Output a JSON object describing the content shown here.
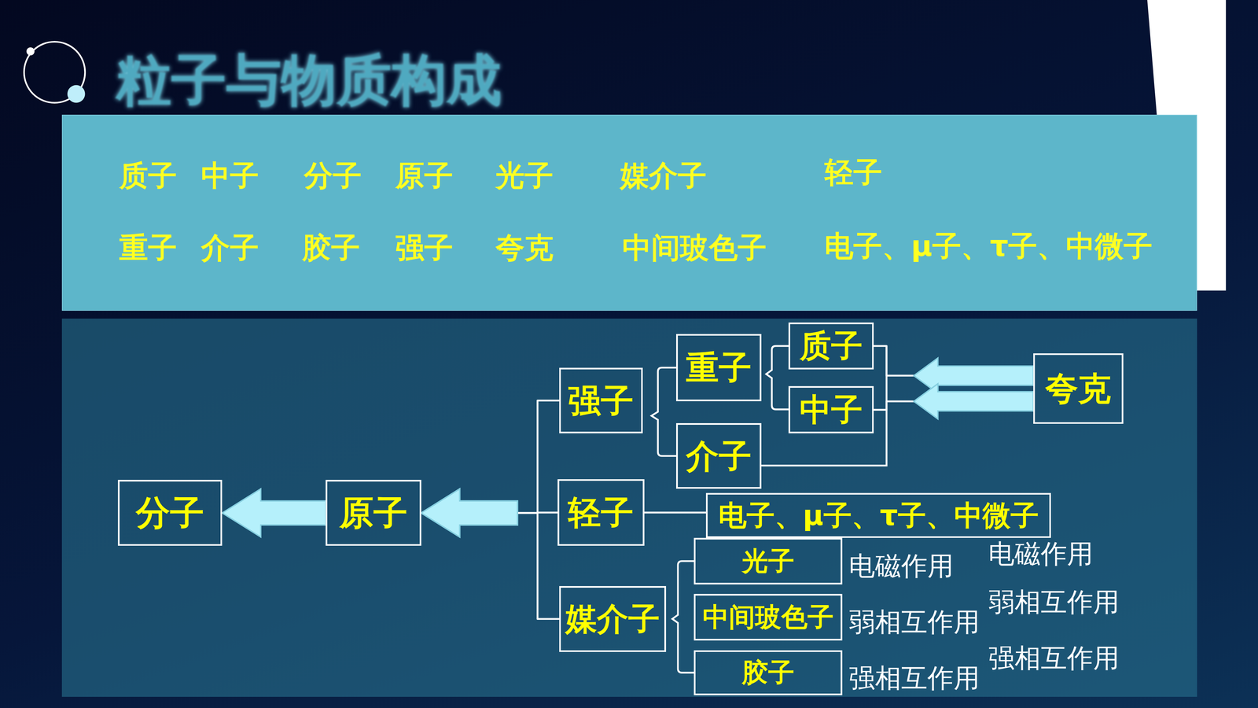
{
  "diagram": {
    "title": "粒子与物质构成",
    "nodes": [
      {
        "text": [
          "质子",
          "中子",
          "分子",
          "原子",
          "光子",
          "媒介子",
          "轻子",
          "重子",
          "介子",
          "胶子",
          "强子",
          "夸克",
          "中间玻色子",
          "电子、μ子、τ子、中微子"
        ]
      },
      {
        "text": [
          "质子"
        ]
      },
      {
        "text": [
          "重子"
        ]
      },
      {
        "text": [
          "中子"
        ]
      },
      {
        "text": [
          "夸克"
        ]
      },
      {
        "text": [
          "强子"
        ]
      },
      {
        "text": [
          "介子"
        ]
      },
      {
        "text": [
          "分子"
        ]
      },
      {
        "text": [
          "原子"
        ]
      },
      {
        "text": [
          "轻子"
        ]
      },
      {
        "text": [
          "电子、μ子、τ子、中微子"
        ]
      },
      {
        "text": [
          "光子"
        ]
      },
      {
        "text": [
          "媒介子"
        ]
      },
      {
        "text": [
          "中间玻色子"
        ]
      },
      {
        "text": [
          "胶子"
        ]
      }
    ],
    "edges": [
      {
        "from": 8,
        "to": 7,
        "arrow": "to"
      },
      {
        "from": 5,
        "to": 8,
        "arrow": "to"
      },
      {
        "from": 9,
        "to": 8,
        "arrow": "to"
      },
      {
        "from": 12,
        "to": 8,
        "arrow": "to"
      },
      {
        "from": 4,
        "to": 1,
        "arrow": "to"
      },
      {
        "from": 4,
        "to": 3,
        "arrow": "to"
      },
      {
        "from": 9,
        "to": 10,
        "arrow": "none"
      }
    ],
    "labels": [
      "电磁作用",
      "电磁作用",
      "弱相互作用",
      "弱相互作用",
      "强相互作用",
      "强相互作用"
    ]
  }
}
